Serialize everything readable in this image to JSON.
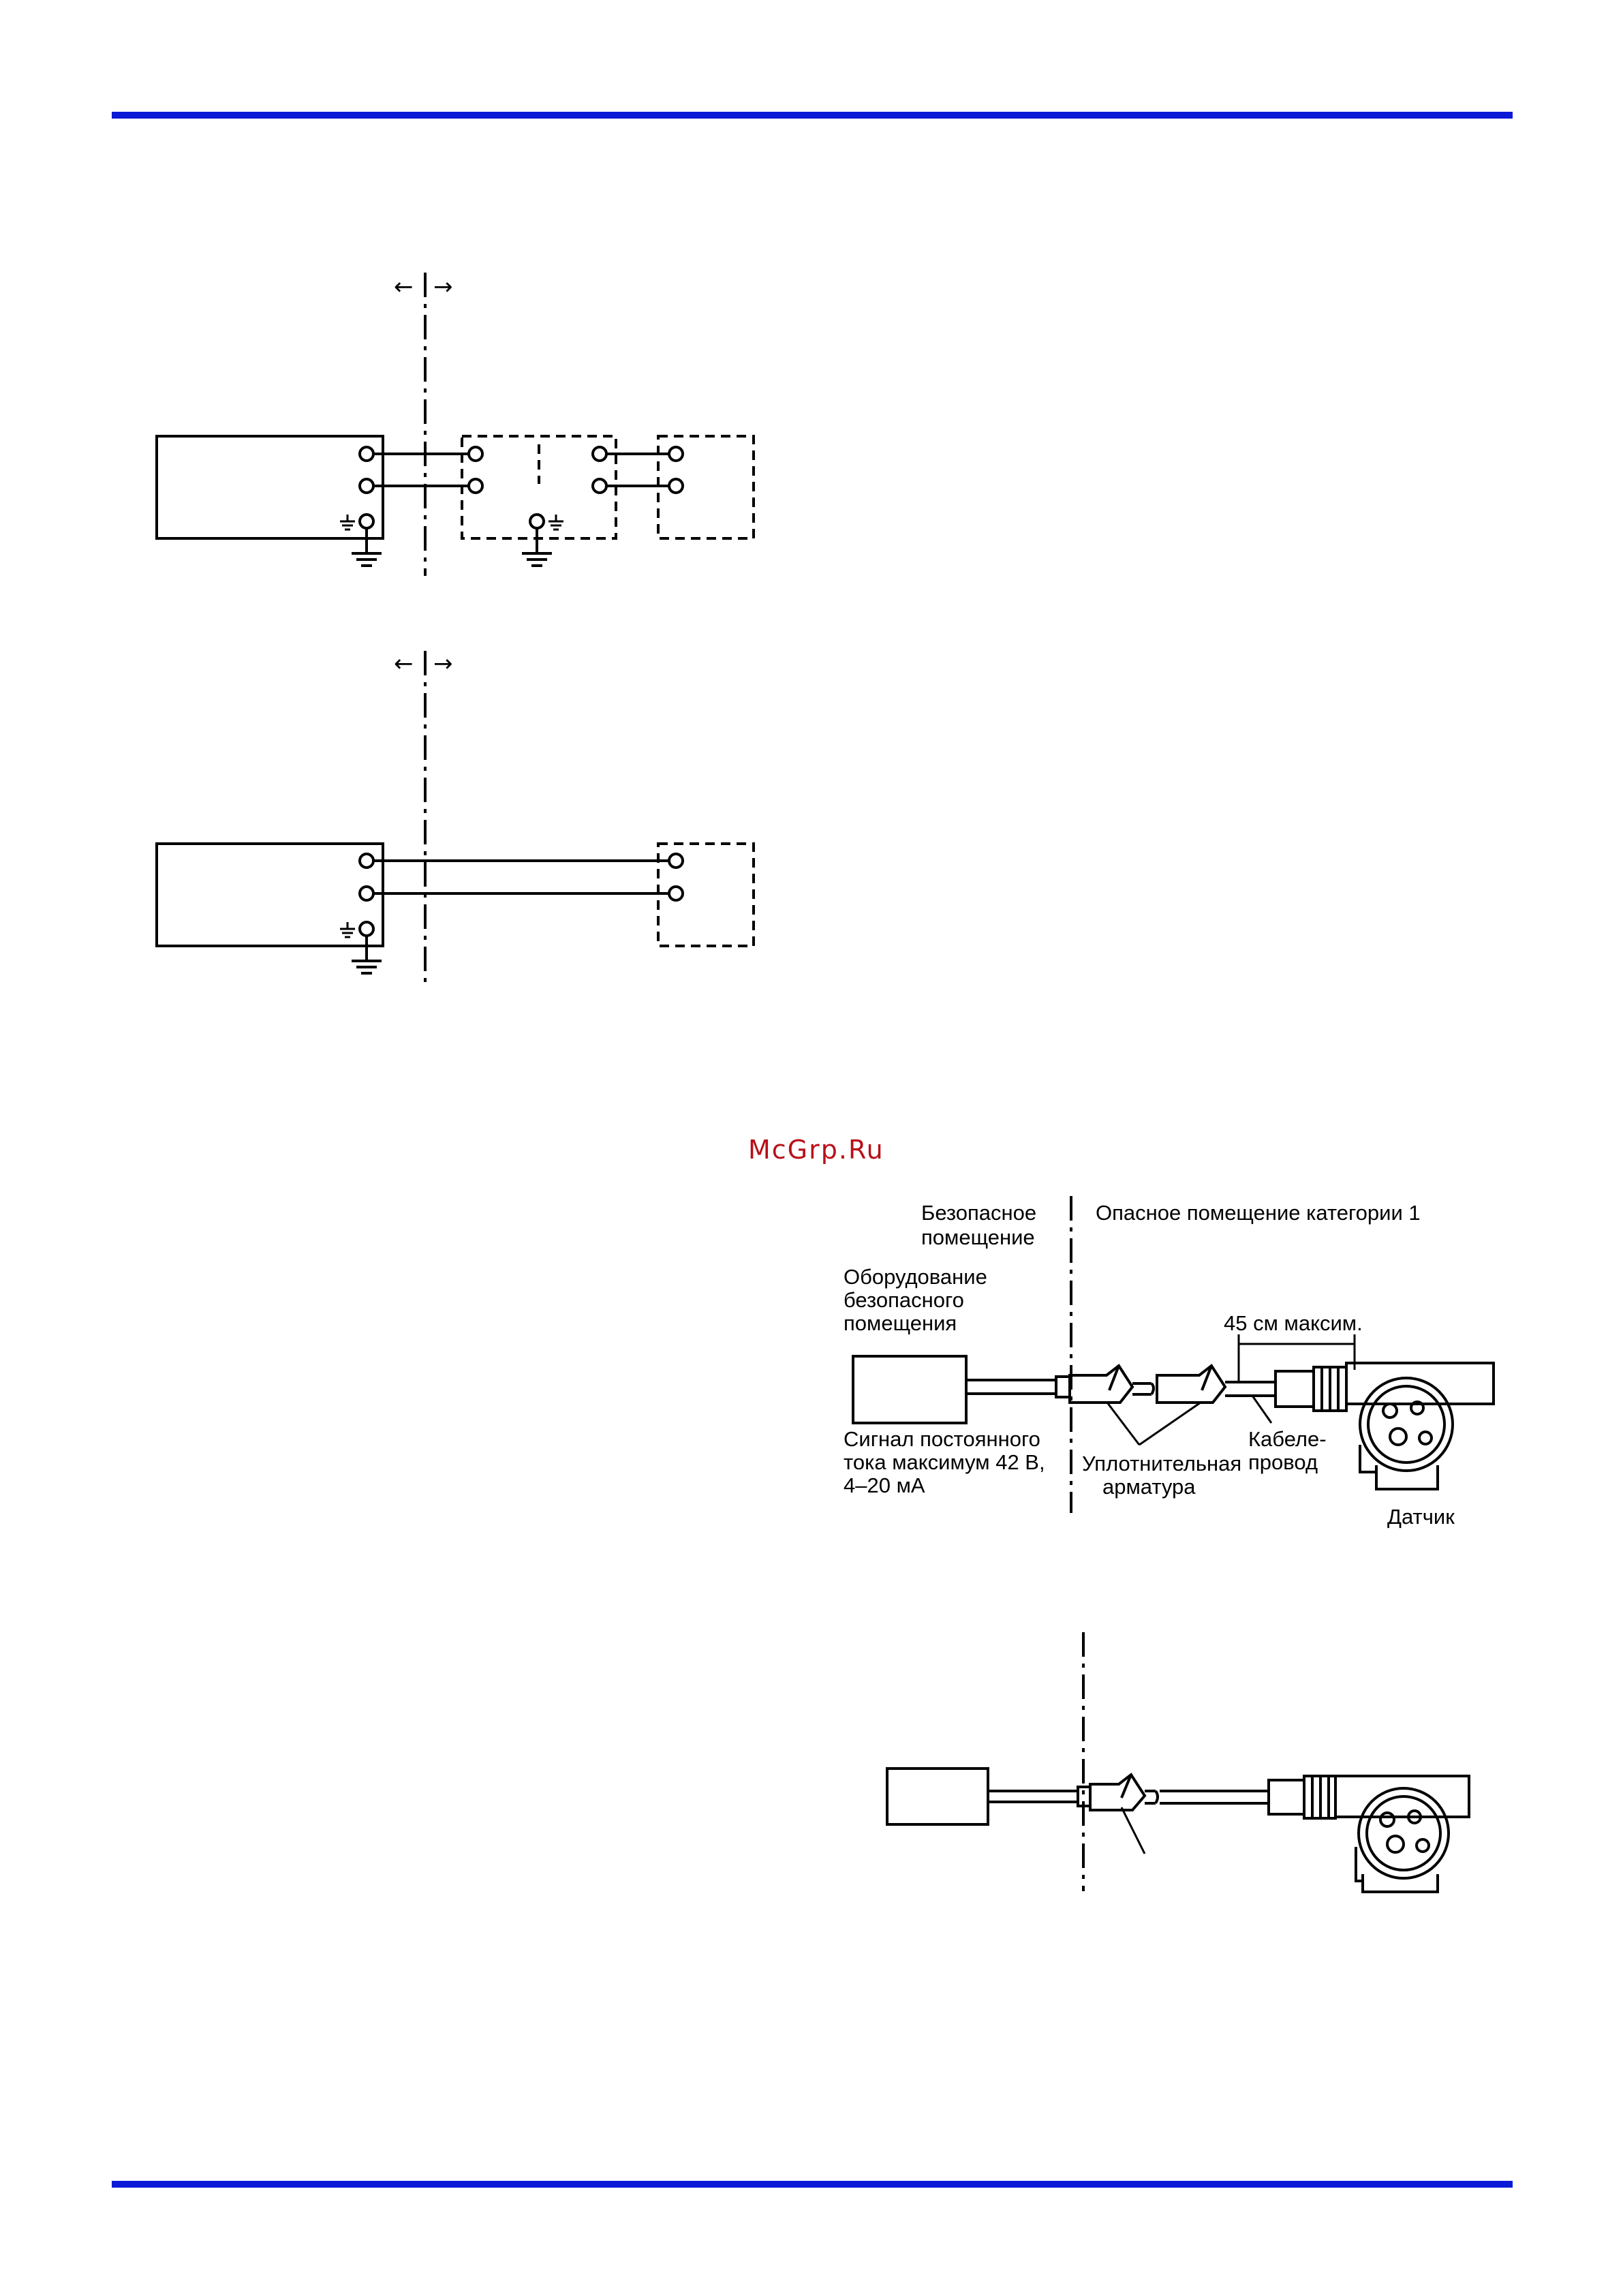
{
  "watermark": "McGrp.Ru",
  "arrows": {
    "left": "←",
    "right": "→"
  },
  "figure3": {
    "safe_area": "Безопасное",
    "safe_area_2": "помещение",
    "hazard_area": "Опасное помещение категории 1",
    "equipment_1": "Оборудование",
    "equipment_2": "безопасного",
    "equipment_3": "помещения",
    "max_length": "45 см максим.",
    "signal_1": "Сигнал постоянного",
    "signal_2": "тока максимум 42 В,",
    "signal_3": "4–20 мА",
    "seal_1": "Уплотнительная",
    "seal_2": "арматура",
    "conduit_1": "Кабеле-",
    "conduit_2": "провод",
    "sensor": "Датчик"
  },
  "colors": {
    "rule": "#0a1ad6",
    "watermark": "#b81018"
  }
}
